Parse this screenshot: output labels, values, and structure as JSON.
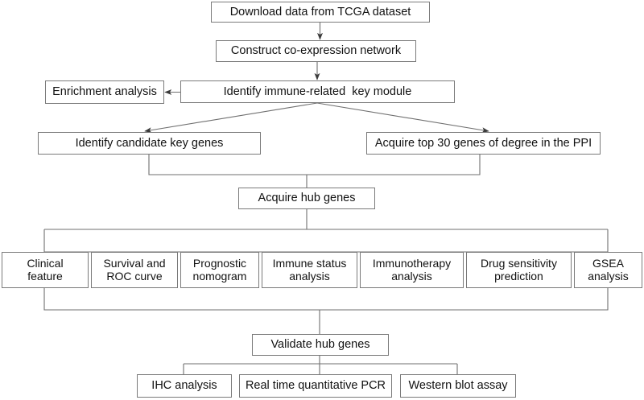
{
  "diagram": {
    "title": "Study workflow flowchart",
    "type": "flowchart",
    "background_color": "#ffffff",
    "box_border_color": "#7a7a7a",
    "edge_color": "#6f6f6f",
    "text_color": "#111111"
  },
  "nodes": {
    "download_data": {
      "label": "Download data from TCGA dataset"
    },
    "construct_network": {
      "label": "Construct co-expression network"
    },
    "identify_module": {
      "label": "Identify immune-related  key module"
    },
    "enrichment_analysis": {
      "label": "Enrichment analysis"
    },
    "identify_candidate": {
      "label": "Identify candidate key genes"
    },
    "acquire_top30": {
      "label": "Acquire top 30 genes of degree in the PPI"
    },
    "acquire_hub": {
      "label": "Acquire hub genes"
    },
    "clinical_feature": {
      "label": "Clinical\nfeature"
    },
    "survival_roc": {
      "label": "Survival and\nROC curve"
    },
    "prognostic_nomogram": {
      "label": "Prognostic\nnomogram"
    },
    "immune_status": {
      "label": "Immune status\nanalysis"
    },
    "immunotherapy": {
      "label": "Immunotherapy\nanalysis"
    },
    "drug_sensitivity": {
      "label": "Drug sensitivity\nprediction"
    },
    "gsea": {
      "label": "GSEA\nanalysis"
    },
    "validate_hub": {
      "label": "Validate hub genes"
    },
    "ihc": {
      "label": "IHC analysis"
    },
    "rt_qpcr": {
      "label": "Real time quantitative PCR"
    },
    "western_blot": {
      "label": "Western blot assay"
    }
  },
  "edges": [
    {
      "from": "download_data",
      "to": "construct_network",
      "arrow": true
    },
    {
      "from": "construct_network",
      "to": "identify_module",
      "arrow": true
    },
    {
      "from": "identify_module",
      "to": "enrichment_analysis",
      "arrow": true
    },
    {
      "from": "identify_module",
      "to": "identify_candidate",
      "arrow": true
    },
    {
      "from": "identify_module",
      "to": "acquire_top30",
      "arrow": true
    },
    {
      "from": "identify_candidate",
      "to": "acquire_hub",
      "arrow": false
    },
    {
      "from": "acquire_top30",
      "to": "acquire_hub",
      "arrow": false
    },
    {
      "from": "acquire_hub",
      "to": "clinical_feature",
      "arrow": false
    },
    {
      "from": "acquire_hub",
      "to": "survival_roc",
      "arrow": false
    },
    {
      "from": "acquire_hub",
      "to": "prognostic_nomogram",
      "arrow": false
    },
    {
      "from": "acquire_hub",
      "to": "immune_status",
      "arrow": false
    },
    {
      "from": "acquire_hub",
      "to": "immunotherapy",
      "arrow": false
    },
    {
      "from": "acquire_hub",
      "to": "drug_sensitivity",
      "arrow": false
    },
    {
      "from": "acquire_hub",
      "to": "gsea",
      "arrow": false
    },
    {
      "from": "analysis_row",
      "to": "validate_hub",
      "arrow": false
    },
    {
      "from": "validate_hub",
      "to": "ihc",
      "arrow": false
    },
    {
      "from": "validate_hub",
      "to": "rt_qpcr",
      "arrow": false
    },
    {
      "from": "validate_hub",
      "to": "western_blot",
      "arrow": false
    }
  ]
}
